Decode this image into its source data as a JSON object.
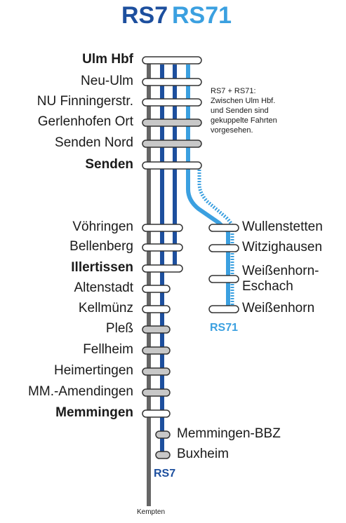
{
  "title": {
    "rs7": "RS7",
    "rs71": "RS71",
    "rs7_color": "#1d4f9e",
    "rs71_color": "#3ba0e0"
  },
  "note": [
    "RS7 + RS71:",
    "Zwischen Ulm Hbf.",
    "und Senden sind",
    "gekuppelte Fahrten",
    "vorgesehen."
  ],
  "colors": {
    "trunk": "#666666",
    "rs7": "#1d4f9e",
    "rs71": "#3ba0e0",
    "stop_fill_open": "#ffffff",
    "stop_fill_grey": "#c8c8c8",
    "stop_stroke": "#333333"
  },
  "stations_main": [
    {
      "name": "Ulm Hbf",
      "bold": true,
      "lines": [
        "RS7",
        "RS71"
      ],
      "style": "open"
    },
    {
      "name": "Neu-Ulm",
      "bold": false,
      "lines": [
        "RS7",
        "RS71"
      ],
      "style": "open"
    },
    {
      "name": "NU Finningerstr.",
      "bold": false,
      "lines": [
        "RS7",
        "RS71"
      ],
      "style": "open"
    },
    {
      "name": "Gerlenhofen Ort",
      "bold": false,
      "lines": [
        "RS7",
        "RS71"
      ],
      "style": "grey"
    },
    {
      "name": "Senden Nord",
      "bold": false,
      "lines": [
        "RS7",
        "RS71"
      ],
      "style": "grey"
    },
    {
      "name": "Senden",
      "bold": true,
      "lines": [
        "RS7",
        "RS71"
      ],
      "style": "open"
    },
    {
      "name": "Vöhringen",
      "bold": false,
      "lines": [
        "RS7"
      ],
      "style": "open"
    },
    {
      "name": "Bellenberg",
      "bold": false,
      "lines": [
        "RS7"
      ],
      "style": "open"
    },
    {
      "name": "Illertissen",
      "bold": true,
      "lines": [
        "RS7"
      ],
      "style": "open"
    },
    {
      "name": "Altenstadt",
      "bold": false,
      "lines": [
        "RS7"
      ],
      "style": "open"
    },
    {
      "name": "Kellmünz",
      "bold": false,
      "lines": [
        "RS7"
      ],
      "style": "open"
    },
    {
      "name": "Pleß",
      "bold": false,
      "lines": [
        "RS7"
      ],
      "style": "grey"
    },
    {
      "name": "Fellheim",
      "bold": false,
      "lines": [
        "RS7"
      ],
      "style": "grey"
    },
    {
      "name": "Heimertingen",
      "bold": false,
      "lines": [
        "RS7"
      ],
      "style": "grey"
    },
    {
      "name": "MM.-Amendingen",
      "bold": false,
      "lines": [
        "RS7"
      ],
      "style": "grey"
    },
    {
      "name": "Memmingen",
      "bold": true,
      "lines": [
        "RS7"
      ],
      "style": "open"
    }
  ],
  "stations_rs7_extension": [
    {
      "name": "Memmingen-BBZ",
      "style": "grey"
    },
    {
      "name": "Buxheim",
      "style": "grey"
    }
  ],
  "stations_rs71_branch": [
    {
      "name": "Wullenstetten",
      "style": "open"
    },
    {
      "name": "Witzighausen",
      "style": "open"
    },
    {
      "name": "Weißenhorn-\nEschach",
      "lines": [
        "Weißenhorn-",
        "Eschach"
      ],
      "style": "open"
    },
    {
      "name": "Weißenhorn",
      "style": "open"
    }
  ],
  "line_tags": {
    "rs71": "RS71",
    "rs7": "RS7"
  },
  "kempten": "Kempten"
}
